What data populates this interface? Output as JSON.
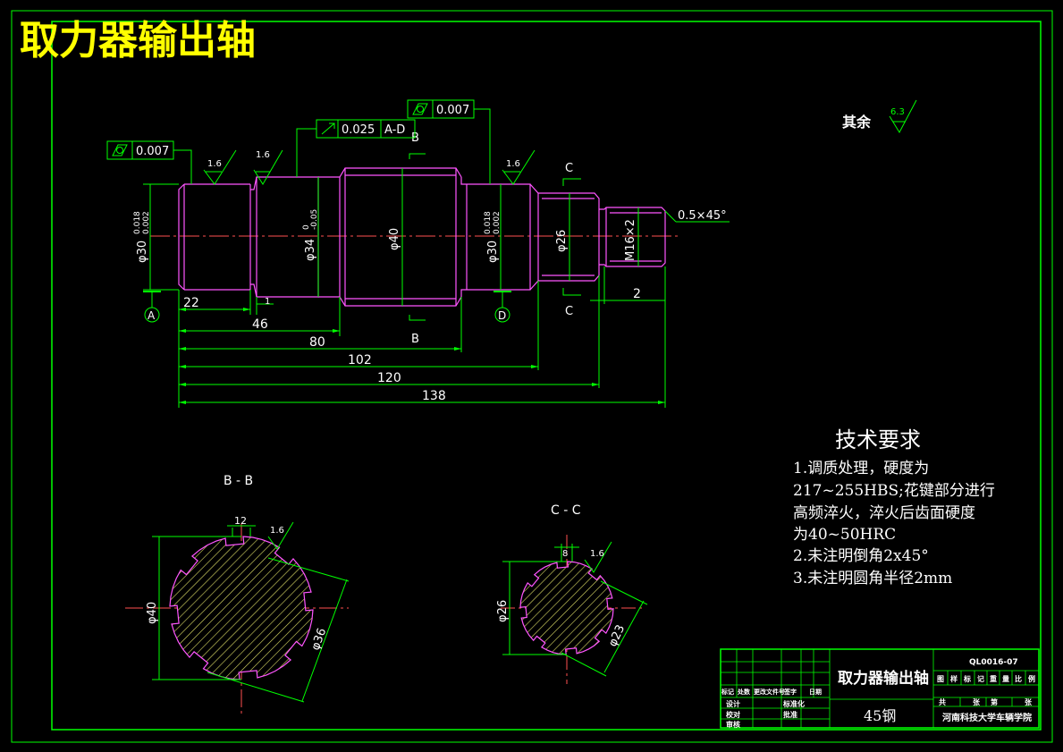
{
  "title": "取力器输出轴",
  "surface_default": {
    "label": "其余",
    "roughness": "6.3"
  },
  "tolerance_frames": [
    {
      "symbol": "cylindricity",
      "value": "0.007",
      "datum": ""
    },
    {
      "symbol": "circular-runout",
      "value": "0.025",
      "datum": "A-D"
    },
    {
      "symbol": "cylindricity",
      "value": "0.007",
      "datum": ""
    }
  ],
  "roughness_marks": [
    "1.6",
    "1.6",
    "1.6",
    "1.6",
    "1.6"
  ],
  "diameters": {
    "d30_left": "φ30",
    "d30_left_tol_upper": "0.018",
    "d30_left_tol_lower": "0.002",
    "d34": "φ34",
    "d34_tol_upper": "0",
    "d34_tol_lower": "-0.05",
    "d40": "φ40",
    "d30_right": "φ30",
    "d30_right_tol_upper": "0.018",
    "d30_right_tol_lower": "0.002",
    "d26": "φ26",
    "thread": "M16×2"
  },
  "chamfer_note": "0.5×45°",
  "section_marks": {
    "b": "B",
    "c": "C"
  },
  "datums": {
    "a": "A",
    "d": "D"
  },
  "lengths": {
    "l22": "22",
    "l1": "1",
    "l46": "46",
    "l80": "80",
    "l102": "102",
    "l120": "120",
    "l138": "138",
    "l2": "2"
  },
  "section_bb": {
    "label": "B - B",
    "width": "12",
    "d_outer": "φ40",
    "d_inner": "φ36",
    "roughness": "1.6"
  },
  "section_cc": {
    "label": "C - C",
    "width": "8",
    "d_outer": "φ26",
    "d_inner": "φ23",
    "roughness": "1.6"
  },
  "tech_requirements": {
    "heading": "技术要求",
    "lines": [
      "1.调质处理，硬度为",
      "217~255HBS;花键部分进行",
      "高频淬火，淬火后齿面硬度",
      "为40~50HRC",
      "2.未注明倒角2x45°",
      "3.未注明圆角半径2mm"
    ]
  },
  "title_block": {
    "part_name": "取力器输出轴",
    "material": "45钢",
    "drawing_no": "QL0016-07",
    "header_cells": [
      "图",
      "样",
      "标",
      "记",
      "重",
      "量",
      "比",
      "例"
    ],
    "sheet_cells": [
      "共",
      "张",
      "第",
      "张"
    ],
    "school": "河南科技大学车辆学院",
    "rev_labels": [
      "标记",
      "处数",
      "更改文件号",
      "签字",
      "日期"
    ],
    "role_labels": [
      "设计",
      "校对",
      "审核"
    ],
    "std_labels": [
      "标准化",
      "批准"
    ]
  },
  "colors": {
    "outline": "#00ff00",
    "part": "#ff55ff",
    "title": "#ffff00",
    "text": "#ffffff",
    "center": "#ff3030",
    "axis": "#00c8ff"
  }
}
